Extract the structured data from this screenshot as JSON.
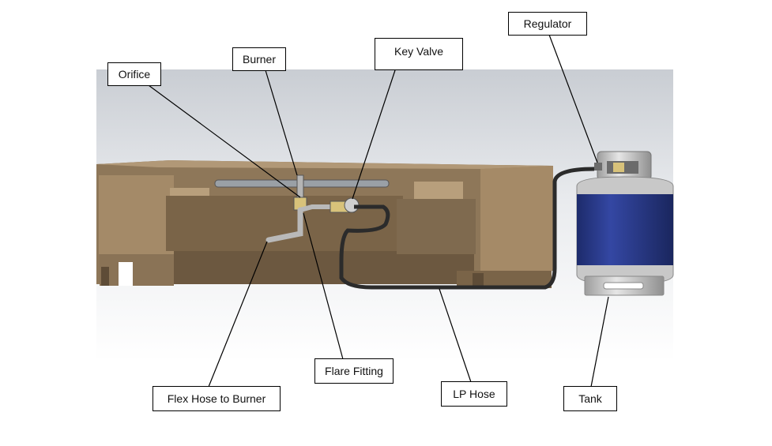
{
  "diagram": {
    "labels": {
      "orifice": "Orifice",
      "burner": "Burner",
      "key_valve": "Key Valve",
      "regulator": "Regulator",
      "flex_hose": "Flex Hose to Burner",
      "flare_fitting": "Flare Fitting",
      "lp_hose": "LP Hose",
      "tank": "Tank"
    },
    "colors": {
      "enclosure": "#8a7356",
      "enclosure_light": "#a68b69",
      "enclosure_dark": "#5e4c37",
      "tank_blue": "#2a3d8f",
      "metal": "#c9c9c9",
      "hose": "#2b2b2b",
      "background_top": "#cfd3d8",
      "background_bottom": "#ffffff"
    }
  }
}
